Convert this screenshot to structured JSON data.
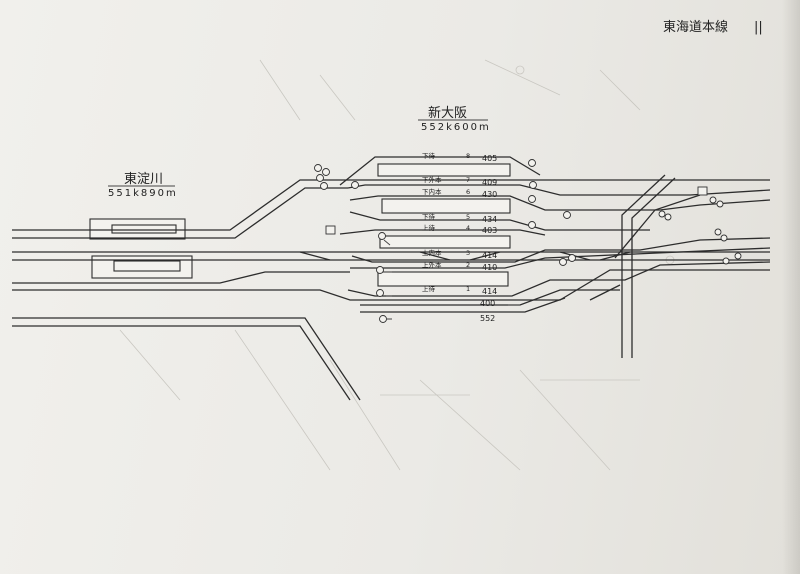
{
  "document": {
    "title": "東海道本線",
    "title_marks": "||"
  },
  "stations": {
    "higashi_yodogawa": {
      "name": "東淀川",
      "km": "551k890m"
    },
    "shin_osaka": {
      "name": "新大阪",
      "km": "552k600m"
    }
  },
  "tracks": [
    {
      "label": "下待",
      "number": "8",
      "value": "405"
    },
    {
      "label": "下外本",
      "number": "7",
      "value": "409"
    },
    {
      "label": "下内本",
      "number": "6",
      "value": "430"
    },
    {
      "label": "下待",
      "number": "5",
      "value": "434"
    },
    {
      "label": "上待",
      "number": "4",
      "value": "403"
    },
    {
      "label": "上内本",
      "number": "3",
      "value": "414"
    },
    {
      "label": "上外本",
      "number": "2",
      "value": "410"
    },
    {
      "label": "上待",
      "number": "1",
      "value": "414"
    }
  ],
  "extra_values": [
    "400",
    "552"
  ],
  "colors": {
    "ink": "#2d2d2d",
    "paper": "#f1f0ec"
  }
}
